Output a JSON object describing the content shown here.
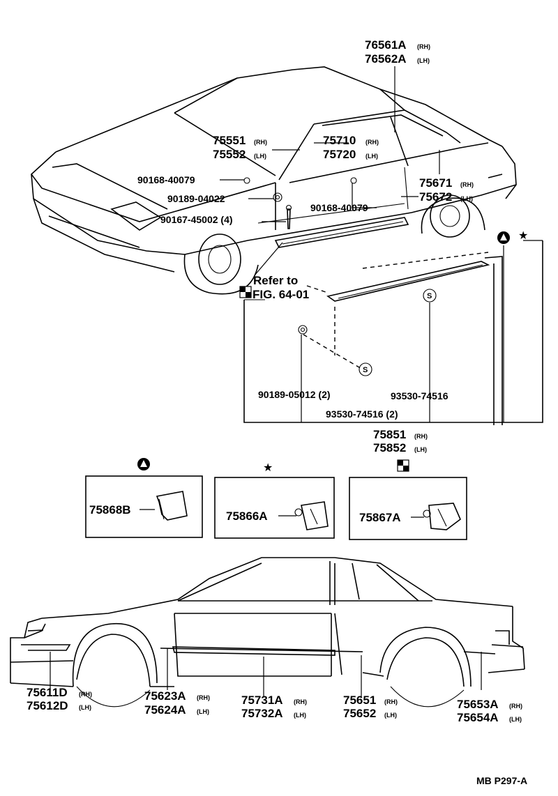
{
  "upper": {
    "belt_mldg": {
      "a": "76561A",
      "a_side": "(RH)",
      "b": "76562A",
      "b_side": "(LH)"
    },
    "pillar_mldg": {
      "a": "75551",
      "a_side": "(RH)",
      "b": "75552",
      "b_side": "(LH)"
    },
    "roof_mldg": {
      "a": "75710",
      "a_side": "(RH)",
      "b": "75720",
      "b_side": "(LH)"
    },
    "quarter_mldg": {
      "a": "75671",
      "a_side": "(RH)",
      "b": "75672",
      "b_side": "(LH)"
    },
    "screw_1": "90168-40079",
    "nut_1": "90189-04022",
    "screw_2": "90167-45002 (4)",
    "screw_3": "90168-40079",
    "refer_to": "Refer to",
    "fig_ref": "FIG. 64-01",
    "nut_2": "90189-05012 (2)",
    "clip_1": "93530-74516",
    "clip_2": "93530-74516 (2)",
    "rocker_mldg": {
      "a": "75851",
      "a_side": "(RH)",
      "b": "75852",
      "b_side": "(LH)"
    },
    "s_mark": "S"
  },
  "clips": [
    {
      "symbol": "triangle-circle",
      "part": "75868B"
    },
    {
      "symbol": "star",
      "part": "75866A"
    },
    {
      "symbol": "checker",
      "part": "75867A"
    }
  ],
  "lower": {
    "front_fender": {
      "a": "75611D",
      "a_side": "(RH)",
      "b": "75612D",
      "b_side": "(LH)"
    },
    "fender_rear": {
      "a": "75623A",
      "a_side": "(RH)",
      "b": "75624A",
      "b_side": "(LH)"
    },
    "door": {
      "a": "75731A",
      "a_side": "(RH)",
      "b": "75732A",
      "b_side": "(LH)"
    },
    "quarter_front": {
      "a": "75651",
      "a_side": "(RH)",
      "b": "75652",
      "b_side": "(LH)"
    },
    "quarter_rear": {
      "a": "75653A",
      "a_side": "(RH)",
      "b": "75654A",
      "b_side": "(LH)"
    }
  },
  "footer": {
    "code": "MB P297-A"
  }
}
